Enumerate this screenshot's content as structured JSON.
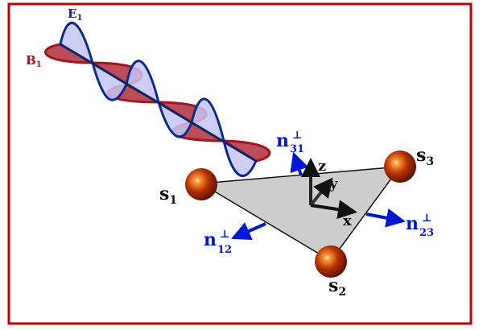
{
  "labels": {
    "E": "E",
    "E_sub": "1",
    "B": "B",
    "B_sub": "1",
    "s1": "s",
    "s1_sub": "1",
    "s2": "s",
    "s2_sub": "2",
    "s3": "s",
    "s3_sub": "3",
    "n12": "n",
    "n12_sup": "⊥",
    "n12_sub": "12",
    "n23": "n",
    "n23_sup": "⊥",
    "n23_sub": "23",
    "n31": "n",
    "n31_sup": "⊥",
    "n31_sub": "31",
    "x": "x",
    "y": "y",
    "z": "z"
  },
  "colors": {
    "frame": "#c00000",
    "e_wave": "#0a2a8c",
    "e_fill": "#c4c6f4",
    "b_wave": "#a3151f",
    "b_fill": "#b23a45",
    "normals": "#0018d6",
    "triangle": "#cfcfcf",
    "sphere": "#9a2500"
  }
}
